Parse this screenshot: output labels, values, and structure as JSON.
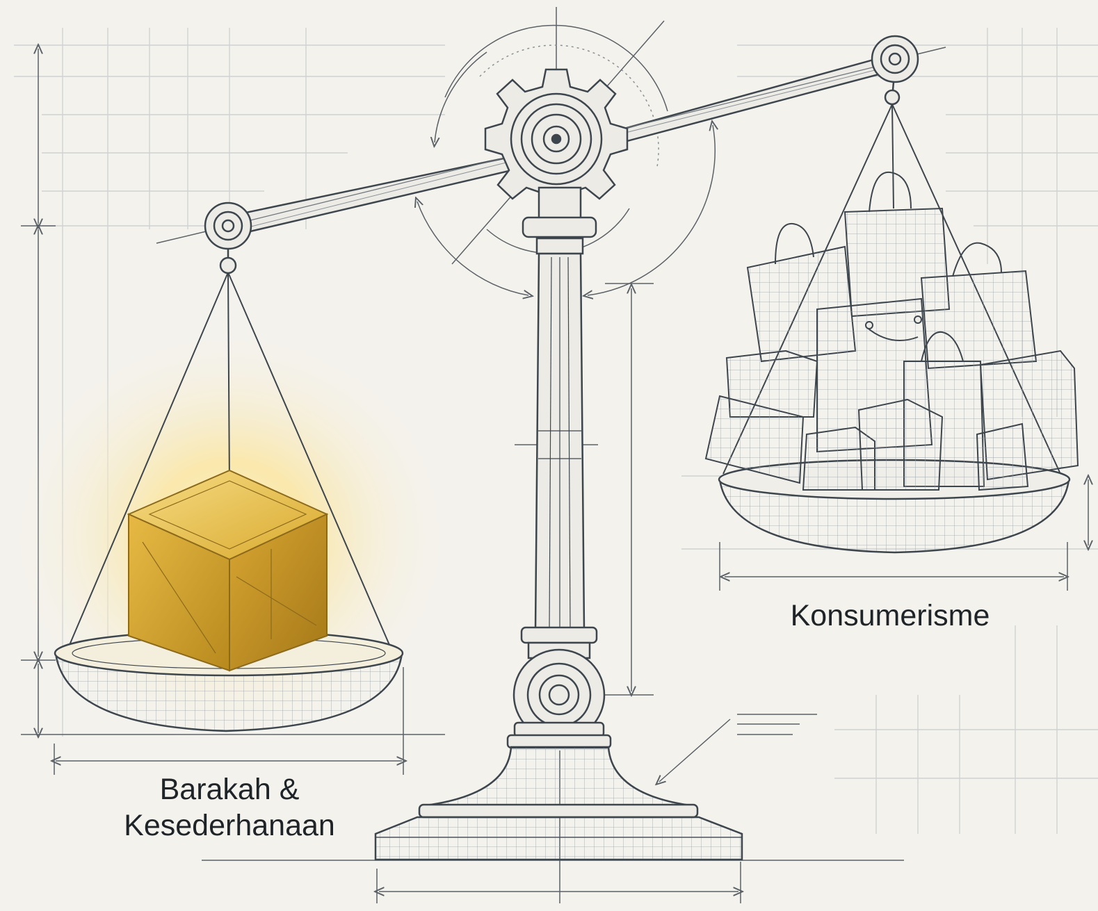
{
  "labels": {
    "left_line1": "Barakah &",
    "left_line2": "Kesederhanaan",
    "right": "Konsumerisme"
  },
  "colors": {
    "background": "#f4f2ec",
    "ink": "#3d454d",
    "grid": "#c9ccce",
    "gold": "#d9a92e",
    "glow": "#fbe6a1"
  }
}
